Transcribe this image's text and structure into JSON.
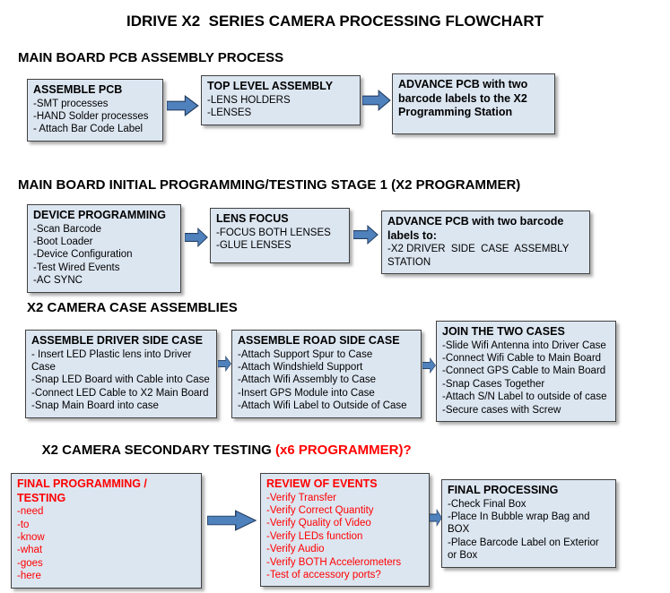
{
  "title": "IDRIVE X2  SERIES CAMERA PROCESSING FLOWCHART",
  "colors": {
    "box_fill": "#dce6f1",
    "box_border": "#404040",
    "arrow_fill": "#4f81bd",
    "arrow_stroke": "#254061",
    "alert_red": "#ff0000",
    "text_black": "#000000"
  },
  "sections": [
    {
      "heading": "MAIN BOARD PCB ASSEMBLY PROCESS",
      "boxes": [
        {
          "title": "ASSEMBLE PCB",
          "items": [
            "-SMT processes",
            "-HAND Solder processes",
            "- Attach Bar Code Label"
          ]
        },
        {
          "title": "TOP LEVEL ASSEMBLY",
          "items": [
            "-LENS HOLDERS",
            "-LENSES"
          ]
        },
        {
          "title": "ADVANCE PCB with two barcode labels to the X2 Programming Station",
          "items": []
        }
      ]
    },
    {
      "heading": "MAIN BOARD INITIAL PROGRAMMING/TESTING STAGE 1 (X2 PROGRAMMER)",
      "boxes": [
        {
          "title": "DEVICE PROGRAMMING",
          "items": [
            "-Scan Barcode",
            "-Boot Loader",
            "-Device Configuration",
            "-Test Wired Events",
            "-AC SYNC"
          ]
        },
        {
          "title": "LENS FOCUS",
          "items": [
            "-FOCUS BOTH LENSES",
            "-GLUE LENSES"
          ]
        },
        {
          "title": "ADVANCE PCB with two barcode labels to:",
          "items": [
            "-X2 DRIVER  SIDE  CASE  ASSEMBLY STATION"
          ]
        }
      ]
    },
    {
      "heading": "X2 CAMERA CASE ASSEMBLIES",
      "boxes": [
        {
          "title": "ASSEMBLE DRIVER SIDE CASE",
          "items": [
            "- Insert LED Plastic lens into Driver Case",
            "-Snap LED Board with Cable into Case",
            "-Connect LED Cable to X2 Main Board",
            "-Snap Main Board into case"
          ]
        },
        {
          "title": "ASSEMBLE ROAD SIDE CASE",
          "items": [
            "-Attach Support Spur to Case",
            "-Attach Windshield Support",
            "-Attach Wifi Assembly to Case",
            "-Insert GPS Module into Case",
            "-Attach Wifi Label to Outside of Case"
          ]
        },
        {
          "title": "JOIN THE TWO CASES",
          "items": [
            "-Slide Wifi Antenna into Driver Case",
            "-Connect Wifi Cable to Main Board",
            "-Connect GPS Cable to Main Board",
            "-Snap Cases Together",
            "-Attach S/N Label to outside of case",
            "-Secure cases with Screw"
          ]
        }
      ]
    },
    {
      "heading": "X2 CAMERA SECONDARY TESTING",
      "heading_suffix": " (x6 PROGRAMMER)?",
      "boxes": [
        {
          "title": "FINAL PROGRAMMING / TESTING",
          "items": [
            "-need",
            "-to",
            "-know",
            "-what",
            "-goes",
            "-here"
          ]
        },
        {
          "title": "REVIEW OF EVENTS",
          "items": [
            "-Verify Transfer",
            "-Verify Correct Quantity",
            "-Verify Quality of Video",
            "-Verify LEDs function",
            "-Verify Audio",
            "-Verify BOTH Accelerometers",
            "-Test of accessory ports?"
          ]
        },
        {
          "title": "FINAL PROCESSING",
          "items": [
            "-Check Final Box",
            "-Place In Bubble wrap Bag and BOX",
            "-Place Barcode Label on Exterior or Box"
          ]
        }
      ]
    }
  ]
}
